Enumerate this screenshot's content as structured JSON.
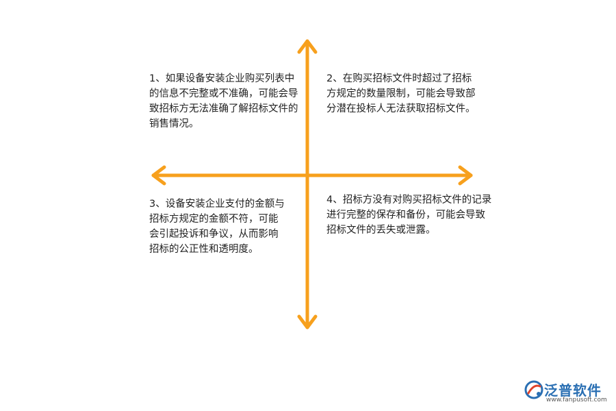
{
  "diagram": {
    "quadrants": [
      {
        "id": "q1",
        "text": "1、如果设备安装企业购买列表中的信息不完整或不准确，可能会导致招标方无法准确了解招标文件的销售情况。"
      },
      {
        "id": "q2",
        "text": "2、在购买招标文件时超过了招标方规定的数量限制，可能会导致部分潜在投标人无法获取招标文件。"
      },
      {
        "id": "q3",
        "text": "3、设备安装企业支付的金额与招标方规定的金额不符，可能会引起投诉和争议，从而影响招标的公正性和透明度。"
      },
      {
        "id": "q4",
        "text": "4、招标方没有对购买招标文件的记录进行完整的保存和备份，可能会导致招标文件的丢失或泄露。"
      }
    ],
    "arrow_color": "#f7a01d"
  },
  "logo": {
    "name": "泛普软件",
    "url": "www.fanpusoft.com",
    "icon": "fanpu-logo-icon",
    "color": "#2a6fb3"
  }
}
